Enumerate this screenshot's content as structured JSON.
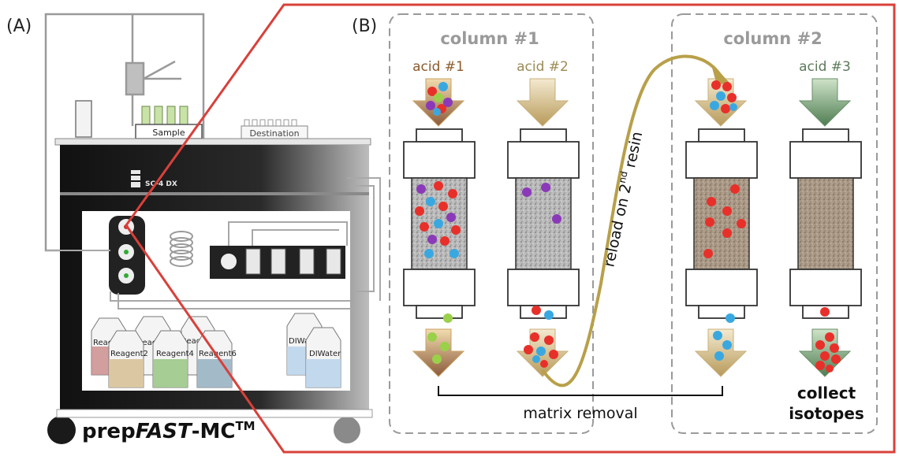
{
  "panel_a": {
    "label": "(A)",
    "instrument_name": "prepFAST-MC™",
    "instrument_name_parts": {
      "prefix": "prep",
      "italic": "FAST",
      "suffix": "-MC",
      "tm": "TM"
    },
    "sample_label": "Sample",
    "destination_label": "Destination",
    "logo_text": "SC-4 DX",
    "reagents": [
      "Reagent1",
      "Reagent2",
      "Reagent3",
      "Reagent4",
      "Reagent5",
      "Reagent6"
    ],
    "water_bottles": [
      "DIWater",
      "DIWater"
    ]
  },
  "panel_b": {
    "label": "(B)",
    "column1_title": "column #1",
    "column2_title": "column #2",
    "acids": [
      "acid #1",
      "acid #2",
      "acid #3"
    ],
    "reload_main": "reload on 2",
    "reload_sup": "nd",
    "reload_end": " resin",
    "matrix_removal": "matrix removal",
    "collect_line1": "collect",
    "collect_line2": "isotopes"
  },
  "colors": {
    "frame_red": "#d9403a",
    "dashed_gray": "#9a9a9a",
    "acid1": "#8b5a2b",
    "acid2": "#9c8a55",
    "acid3": "#5c7a5a",
    "arrow_tan": "#c9b07a",
    "curve_gold": "#b8a04a",
    "bead_red": "#e8302a",
    "bead_blue": "#3aa8e0",
    "bead_purple": "#8a3ab8",
    "bead_green": "#9ad04a",
    "instrument_dark": "#1a1a1a"
  }
}
